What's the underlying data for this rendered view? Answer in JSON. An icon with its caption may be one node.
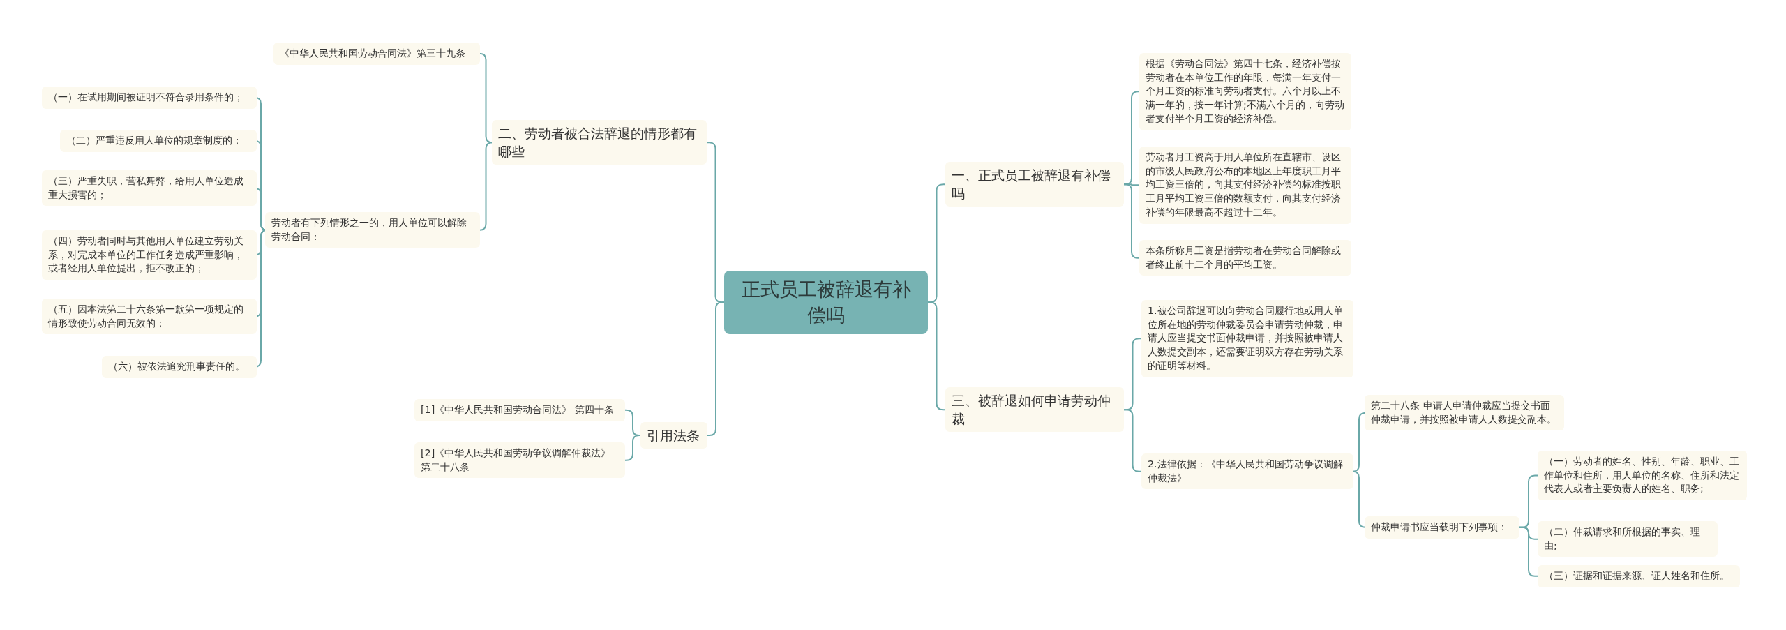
{
  "diagram": {
    "nodes": [
      {
        "text": [
          "正式员工被辞退有补偿吗"
        ]
      },
      {
        "text": [
          "一、正式员工被辞退有补偿吗"
        ]
      },
      {
        "text": [
          "根据《劳动合同法》第四十七条，经济补偿按劳动者在本单位工作的年限，每满一年支付一个月工资的标准向劳动者支付。六个月以上不满一年的，按一年计算;不满六个月的，向劳动者支付半个月工资的经济补偿。"
        ]
      },
      {
        "text": [
          "劳动者月工资高于用人单位所在直辖市、设区的市级人民政府公布的本地区上年度职工月平均工资三倍的，向其支付经济补偿的标准按职工月平均工资三倍的数额支付，向其支付经济补偿的年限最高不超过十二年。"
        ]
      },
      {
        "text": [
          "本条所称月工资是指劳动者在劳动合同解除或者终止前十二个月的平均工资。"
        ]
      },
      {
        "text": [
          "三、被辞退如何申请劳动仲裁"
        ]
      },
      {
        "text": [
          "1.被公司辞退可以向劳动合同履行地或用人单位所在地的劳动仲裁委员会申请劳动仲裁，申请人应当提交书面仲裁申请，并按照被申请人人数提交副本，还需要证明双方存在劳动关系的证明等材料。"
        ]
      },
      {
        "text": [
          "2.法律依据：《中华人民共和国劳动争议调解仲裁法》"
        ]
      },
      {
        "text": [
          "第二十八条 申请人申请仲裁应当提交书面仲裁申请，并按照被申请人人数提交副本。"
        ]
      },
      {
        "text": [
          "仲裁申请书应当载明下列事项："
        ]
      },
      {
        "text": [
          "（一）劳动者的姓名、性别、年龄、职业、工作单位和住所，用人单位的名称、住所和法定代表人或者主要负责人的姓名、职务;"
        ]
      },
      {
        "text": [
          "（二）仲裁请求和所根据的事实、理由;"
        ]
      },
      {
        "text": [
          "（三）证据和证据来源、证人姓名和住所。"
        ]
      },
      {
        "text": [
          "二、劳动者被合法辞退的情形都有哪些"
        ]
      },
      {
        "text": [
          "《中华人民共和国劳动合同法》第三十九条"
        ]
      },
      {
        "text": [
          "劳动者有下列情形之一的，用人单位可以解除劳动合同："
        ]
      },
      {
        "text": [
          "（一）在试用期间被证明不符合录用条件的；"
        ]
      },
      {
        "text": [
          "（二）严重违反用人单位的规章制度的；"
        ]
      },
      {
        "text": [
          "（三）严重失职，营私舞弊，给用人单位造成重大损害的；"
        ]
      },
      {
        "text": [
          "（四）劳动者同时与其他用人单位建立劳动关系，对完成本单位的工作任务造成严重影响，或者经用人单位提出，拒不改正的；"
        ]
      },
      {
        "text": [
          "（五）因本法第二十六条第一款第一项规定的情形致使劳动合同无效的；"
        ]
      },
      {
        "text": [
          "（六）被依法追究刑事责任的。"
        ]
      },
      {
        "text": [
          "引用法条"
        ]
      },
      {
        "text": [
          "[1]《中华人民共和国劳动合同法》 第四十条"
        ]
      },
      {
        "text": [
          "[2]《中华人民共和国劳动争议调解仲裁法》第二十八条"
        ]
      }
    ],
    "edges": [
      {
        "from": 0,
        "to": 1,
        "arrow": "none"
      },
      {
        "from": 1,
        "to": 2,
        "arrow": "none"
      },
      {
        "from": 1,
        "to": 3,
        "arrow": "none"
      },
      {
        "from": 1,
        "to": 4,
        "arrow": "none"
      },
      {
        "from": 0,
        "to": 5,
        "arrow": "none"
      },
      {
        "from": 5,
        "to": 6,
        "arrow": "none"
      },
      {
        "from": 5,
        "to": 7,
        "arrow": "none"
      },
      {
        "from": 7,
        "to": 8,
        "arrow": "none"
      },
      {
        "from": 7,
        "to": 9,
        "arrow": "none"
      },
      {
        "from": 9,
        "to": 10,
        "arrow": "none"
      },
      {
        "from": 9,
        "to": 11,
        "arrow": "none"
      },
      {
        "from": 9,
        "to": 12,
        "arrow": "none"
      },
      {
        "from": 0,
        "to": 13,
        "arrow": "none"
      },
      {
        "from": 13,
        "to": 14,
        "arrow": "none"
      },
      {
        "from": 13,
        "to": 15,
        "arrow": "none"
      },
      {
        "from": 15,
        "to": 16,
        "arrow": "none"
      },
      {
        "from": 15,
        "to": 17,
        "arrow": "none"
      },
      {
        "from": 15,
        "to": 18,
        "arrow": "none"
      },
      {
        "from": 15,
        "to": 19,
        "arrow": "none"
      },
      {
        "from": 15,
        "to": 20,
        "arrow": "none"
      },
      {
        "from": 15,
        "to": 21,
        "arrow": "none"
      },
      {
        "from": 0,
        "to": 22,
        "arrow": "none"
      },
      {
        "from": 22,
        "to": 23,
        "arrow": "none"
      },
      {
        "from": 22,
        "to": 24,
        "arrow": "none"
      }
    ]
  }
}
